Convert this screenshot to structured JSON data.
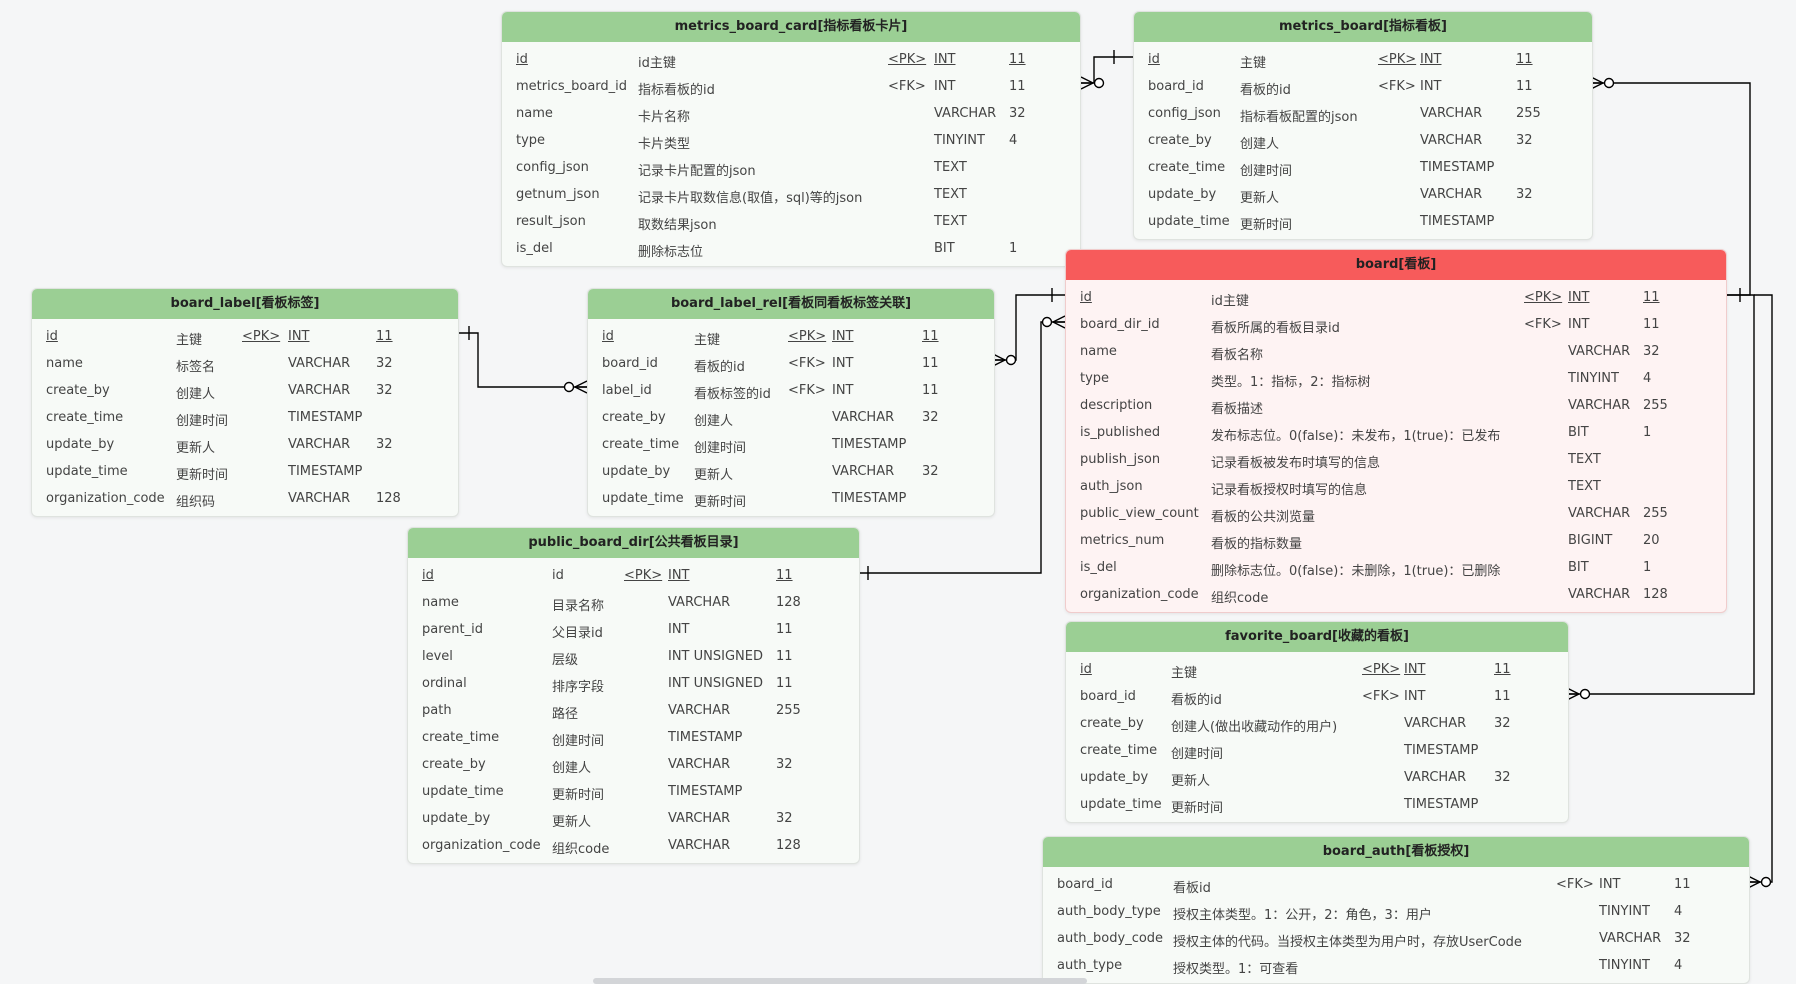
{
  "colors": {
    "header_green": "#9bcf94",
    "header_red": "#f75b5b",
    "line": "#000000"
  },
  "tables": [
    {
      "id": "metrics_board_card",
      "title": "metrics_board_card[指标看板卡片]",
      "rows": [
        {
          "name": "id",
          "comment": "id主键",
          "key": "<PK>",
          "type": "INT",
          "len": "11",
          "pk": true
        },
        {
          "name": "metrics_board_id",
          "comment": "指标看板的id",
          "key": "<FK>",
          "type": "INT",
          "len": "11"
        },
        {
          "name": "name",
          "comment": "卡片名称",
          "key": "",
          "type": "VARCHAR",
          "len": "32"
        },
        {
          "name": "type",
          "comment": "卡片类型",
          "key": "",
          "type": "TINYINT",
          "len": "4"
        },
        {
          "name": "config_json",
          "comment": "记录卡片配置的json",
          "key": "",
          "type": "TEXT",
          "len": ""
        },
        {
          "name": "getnum_json",
          "comment": "记录卡片取数信息(取值，sql)等的json",
          "key": "",
          "type": "TEXT",
          "len": ""
        },
        {
          "name": "result_json",
          "comment": "取数结果json",
          "key": "",
          "type": "TEXT",
          "len": ""
        },
        {
          "name": "is_del",
          "comment": "删除标志位",
          "key": "",
          "type": "BIT",
          "len": "1"
        }
      ]
    },
    {
      "id": "metrics_board",
      "title": "metrics_board[指标看板]",
      "rows": [
        {
          "name": "id",
          "comment": "主键",
          "key": "<PK>",
          "type": "INT",
          "len": "11",
          "pk": true
        },
        {
          "name": "board_id",
          "comment": "看板的id",
          "key": "<FK>",
          "type": "INT",
          "len": "11"
        },
        {
          "name": "config_json",
          "comment": "指标看板配置的json",
          "key": "",
          "type": "VARCHAR",
          "len": "255"
        },
        {
          "name": "create_by",
          "comment": "创建人",
          "key": "",
          "type": "VARCHAR",
          "len": "32"
        },
        {
          "name": "create_time",
          "comment": "创建时间",
          "key": "",
          "type": "TIMESTAMP",
          "len": ""
        },
        {
          "name": "update_by",
          "comment": "更新人",
          "key": "",
          "type": "VARCHAR",
          "len": "32"
        },
        {
          "name": "update_time",
          "comment": "更新时间",
          "key": "",
          "type": "TIMESTAMP",
          "len": ""
        }
      ]
    },
    {
      "id": "board_label",
      "title": "board_label[看板标签]",
      "rows": [
        {
          "name": "id",
          "comment": "主键",
          "key": "<PK>",
          "type": "INT",
          "len": "11",
          "pk": true
        },
        {
          "name": "name",
          "comment": "标签名",
          "key": "",
          "type": "VARCHAR",
          "len": "32"
        },
        {
          "name": "create_by",
          "comment": "创建人",
          "key": "",
          "type": "VARCHAR",
          "len": "32"
        },
        {
          "name": "create_time",
          "comment": "创建时间",
          "key": "",
          "type": "TIMESTAMP",
          "len": ""
        },
        {
          "name": "update_by",
          "comment": "更新人",
          "key": "",
          "type": "VARCHAR",
          "len": "32"
        },
        {
          "name": "update_time",
          "comment": "更新时间",
          "key": "",
          "type": "TIMESTAMP",
          "len": ""
        },
        {
          "name": "organization_code",
          "comment": "组织码",
          "key": "",
          "type": "VARCHAR",
          "len": "128"
        }
      ]
    },
    {
      "id": "board_label_rel",
      "title": "board_label_rel[看板同看板标签关联]",
      "rows": [
        {
          "name": "id",
          "comment": "主键",
          "key": "<PK>",
          "type": "INT",
          "len": "11",
          "pk": true
        },
        {
          "name": "board_id",
          "comment": "看板的id",
          "key": "<FK>",
          "type": "INT",
          "len": "11"
        },
        {
          "name": "label_id",
          "comment": "看板标签的id",
          "key": "<FK>",
          "type": "INT",
          "len": "11"
        },
        {
          "name": "create_by",
          "comment": "创建人",
          "key": "",
          "type": "VARCHAR",
          "len": "32"
        },
        {
          "name": "create_time",
          "comment": "创建时间",
          "key": "",
          "type": "TIMESTAMP",
          "len": ""
        },
        {
          "name": "update_by",
          "comment": "更新人",
          "key": "",
          "type": "VARCHAR",
          "len": "32"
        },
        {
          "name": "update_time",
          "comment": "更新时间",
          "key": "",
          "type": "TIMESTAMP",
          "len": ""
        }
      ]
    },
    {
      "id": "board",
      "title": "board[看板]",
      "rows": [
        {
          "name": "id",
          "comment": "id主键",
          "key": "<PK>",
          "type": "INT",
          "len": "11",
          "pk": true
        },
        {
          "name": "board_dir_id",
          "comment": "看板所属的看板目录id",
          "key": "<FK>",
          "type": "INT",
          "len": "11"
        },
        {
          "name": "name",
          "comment": "看板名称",
          "key": "",
          "type": "VARCHAR",
          "len": "32"
        },
        {
          "name": "type",
          "comment": "类型。1：指标，2：指标树",
          "key": "",
          "type": "TINYINT",
          "len": "4"
        },
        {
          "name": "description",
          "comment": "看板描述",
          "key": "",
          "type": "VARCHAR",
          "len": "255"
        },
        {
          "name": "is_published",
          "comment": "发布标志位。0(false)：未发布，1(true)：已发布",
          "key": "",
          "type": "BIT",
          "len": "1"
        },
        {
          "name": "publish_json",
          "comment": "记录看板被发布时填写的信息",
          "key": "",
          "type": "TEXT",
          "len": ""
        },
        {
          "name": "auth_json",
          "comment": "记录看板授权时填写的信息",
          "key": "",
          "type": "TEXT",
          "len": ""
        },
        {
          "name": "public_view_count",
          "comment": "看板的公共浏览量",
          "key": "",
          "type": "VARCHAR",
          "len": "255"
        },
        {
          "name": "metrics_num",
          "comment": "看板的指标数量",
          "key": "",
          "type": "BIGINT",
          "len": "20"
        },
        {
          "name": "is_del",
          "comment": "删除标志位。0(false)：未删除，1(true)：已删除",
          "key": "",
          "type": "BIT",
          "len": "1"
        },
        {
          "name": "organization_code",
          "comment": "组织code",
          "key": "",
          "type": "VARCHAR",
          "len": "128"
        }
      ]
    },
    {
      "id": "public_board_dir",
      "title": "public_board_dir[公共看板目录]",
      "rows": [
        {
          "name": "id",
          "comment": "id",
          "key": "<PK>",
          "type": "INT",
          "len": "11",
          "pk": true
        },
        {
          "name": "name",
          "comment": "目录名称",
          "key": "",
          "type": "VARCHAR",
          "len": "128"
        },
        {
          "name": "parent_id",
          "comment": "父目录id",
          "key": "",
          "type": "INT",
          "len": "11"
        },
        {
          "name": "level",
          "comment": "层级",
          "key": "",
          "type": "INT UNSIGNED",
          "len": "11"
        },
        {
          "name": "ordinal",
          "comment": "排序字段",
          "key": "",
          "type": "INT UNSIGNED",
          "len": "11"
        },
        {
          "name": "path",
          "comment": "路径",
          "key": "",
          "type": "VARCHAR",
          "len": "255"
        },
        {
          "name": "create_time",
          "comment": "创建时间",
          "key": "",
          "type": "TIMESTAMP",
          "len": ""
        },
        {
          "name": "create_by",
          "comment": "创建人",
          "key": "",
          "type": "VARCHAR",
          "len": "32"
        },
        {
          "name": "update_time",
          "comment": "更新时间",
          "key": "",
          "type": "TIMESTAMP",
          "len": ""
        },
        {
          "name": "update_by",
          "comment": "更新人",
          "key": "",
          "type": "VARCHAR",
          "len": "32"
        },
        {
          "name": "organization_code",
          "comment": "组织code",
          "key": "",
          "type": "VARCHAR",
          "len": "128"
        }
      ]
    },
    {
      "id": "favorite_board",
      "title": "favorite_board[收藏的看板]",
      "rows": [
        {
          "name": "id",
          "comment": "主键",
          "key": "<PK>",
          "type": "INT",
          "len": "11",
          "pk": true
        },
        {
          "name": "board_id",
          "comment": "看板的id",
          "key": "<FK>",
          "type": "INT",
          "len": "11"
        },
        {
          "name": "create_by",
          "comment": "创建人(做出收藏动作的用户)",
          "key": "",
          "type": "VARCHAR",
          "len": "32"
        },
        {
          "name": "create_time",
          "comment": "创建时间",
          "key": "",
          "type": "TIMESTAMP",
          "len": ""
        },
        {
          "name": "update_by",
          "comment": "更新人",
          "key": "",
          "type": "VARCHAR",
          "len": "32"
        },
        {
          "name": "update_time",
          "comment": "更新时间",
          "key": "",
          "type": "TIMESTAMP",
          "len": ""
        }
      ]
    },
    {
      "id": "board_auth",
      "title": "board_auth[看板授权]",
      "rows": [
        {
          "name": "board_id",
          "comment": "看板id",
          "key": "<FK>",
          "type": "INT",
          "len": "11"
        },
        {
          "name": "auth_body_type",
          "comment": "授权主体类型。1：公开，2：角色，3：用户",
          "key": "",
          "type": "TINYINT",
          "len": "4"
        },
        {
          "name": "auth_body_code",
          "comment": "授权主体的代码。当授权主体类型为用户时，存放UserCode",
          "key": "",
          "type": "VARCHAR",
          "len": "32"
        },
        {
          "name": "auth_type",
          "comment": "授权类型。1：可查看",
          "key": "",
          "type": "TINYINT",
          "len": "4"
        }
      ]
    }
  ]
}
